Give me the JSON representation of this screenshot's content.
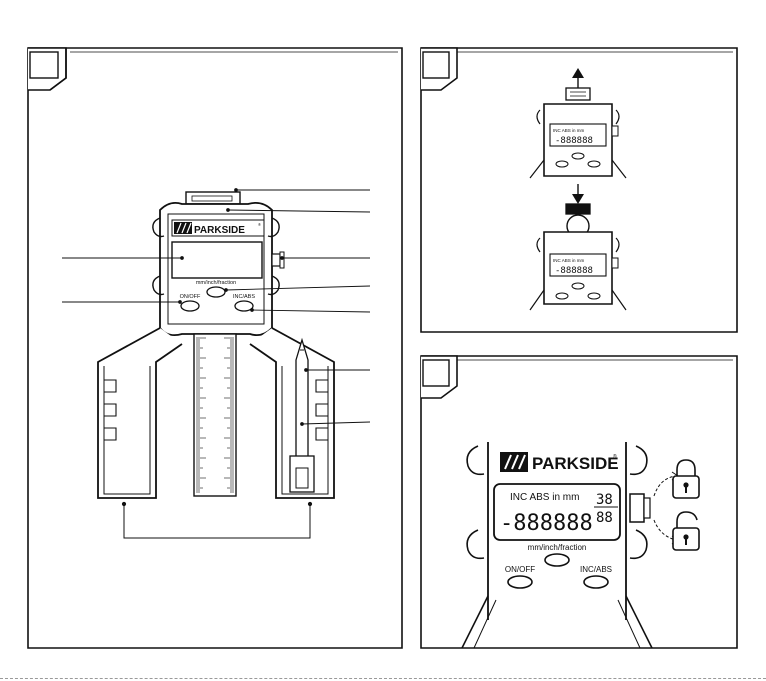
{
  "brand": {
    "name": "PARKSIDE",
    "registered_mark": "®"
  },
  "display": {
    "status_labels": "INC ABS in mm",
    "digits_placeholder": "-888888",
    "fraction_placeholder": "38",
    "fraction_placeholder_2": "88"
  },
  "buttons": {
    "on_off": "ON/OFF",
    "unit": "mm/inch/fraction",
    "inc_abs": "INC/ABS"
  },
  "icons": {
    "lock": "lock-closed-icon",
    "unlock": "lock-open-icon",
    "arrow_up": "arrow-up-icon",
    "arrow_down": "arrow-down-icon"
  },
  "colors": {
    "ink": "#111111",
    "paper": "#ffffff",
    "grey": "#cfcfcf"
  }
}
